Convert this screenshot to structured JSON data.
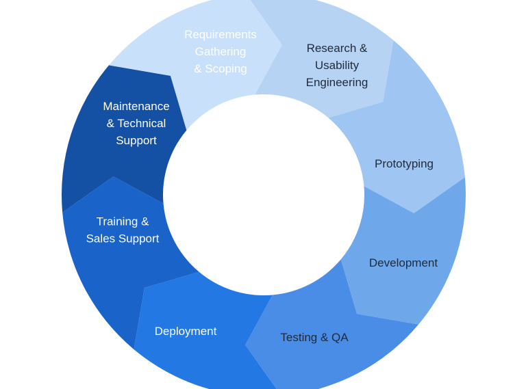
{
  "diagram": {
    "type": "cycle",
    "segments": [
      {
        "label_lines": [
          "Requirements",
          "Gathering",
          "& Scoping"
        ],
        "fill": "#1450A3",
        "text_color": "#FFFFFF"
      },
      {
        "label_lines": [
          "Research &",
          "Usability",
          "Engineering"
        ],
        "fill": "#C9E0FA",
        "text_color": "#1F2A3A"
      },
      {
        "label_lines": [
          "Prototyping"
        ],
        "fill": "#B6D3F3",
        "text_color": "#1F2A3A"
      },
      {
        "label_lines": [
          "Development"
        ],
        "fill": "#9FC6F2",
        "text_color": "#1F2A3A"
      },
      {
        "label_lines": [
          "Testing & QA"
        ],
        "fill": "#6EA7EA",
        "text_color": "#1F2A3A"
      },
      {
        "label_lines": [
          "Deployment"
        ],
        "fill": "#4A8DE6",
        "text_color": "#FFFFFF"
      },
      {
        "label_lines": [
          "Training &",
          "Sales Support"
        ],
        "fill": "#2478E4",
        "text_color": "#FFFFFF"
      },
      {
        "label_lines": [
          "Maintenance",
          "&  Technical",
          "Support"
        ],
        "fill": "#1A63C9",
        "text_color": "#FFFFFF"
      }
    ]
  }
}
